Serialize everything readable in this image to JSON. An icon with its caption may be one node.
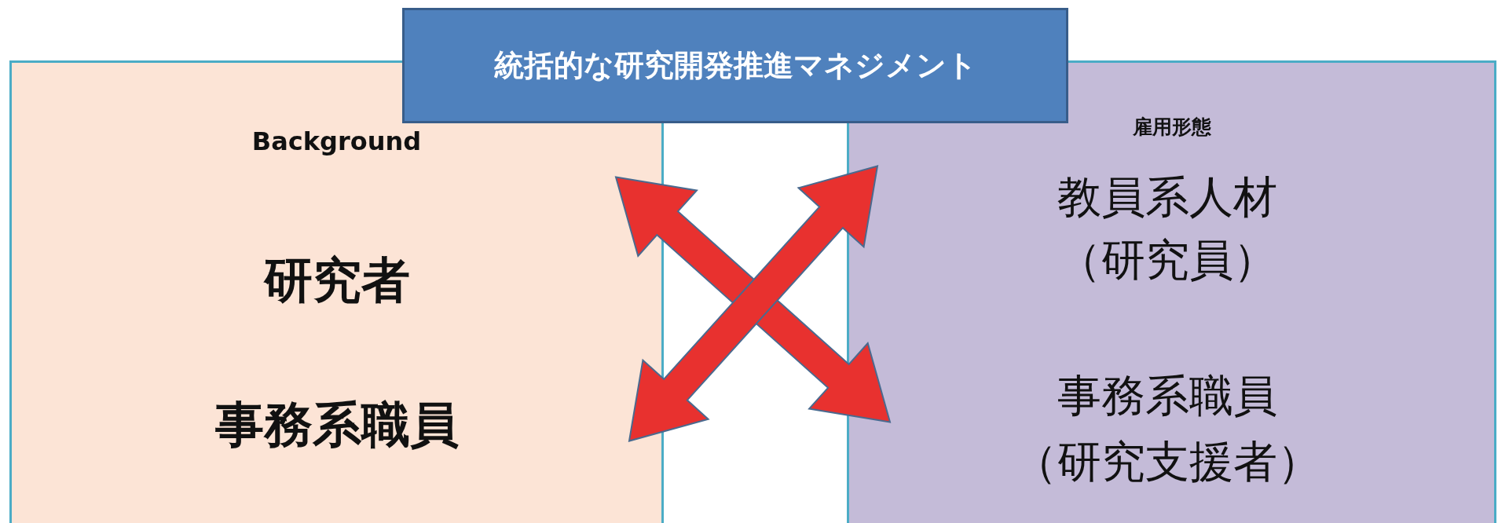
{
  "diagram": {
    "nodes": [
      {
        "text": [
          "統括的な研究開発推進マネジメント"
        ]
      },
      {
        "text": [
          "Background"
        ]
      },
      {
        "text": [
          "研究者"
        ],
        "in": 1
      },
      {
        "text": [
          "事務系職員"
        ],
        "in": 1
      },
      {
        "text": [
          "雇用形態"
        ]
      },
      {
        "text": [
          "教員系人材",
          "（研究員）"
        ],
        "in": 4
      },
      {
        "text": [
          "事務系職員",
          "（研究支援者）"
        ],
        "in": 4
      }
    ],
    "edges": [
      {
        "from": 1,
        "to": 4,
        "arrow": "both"
      },
      {
        "from": 4,
        "to": 1,
        "arrow": "both"
      }
    ]
  }
}
